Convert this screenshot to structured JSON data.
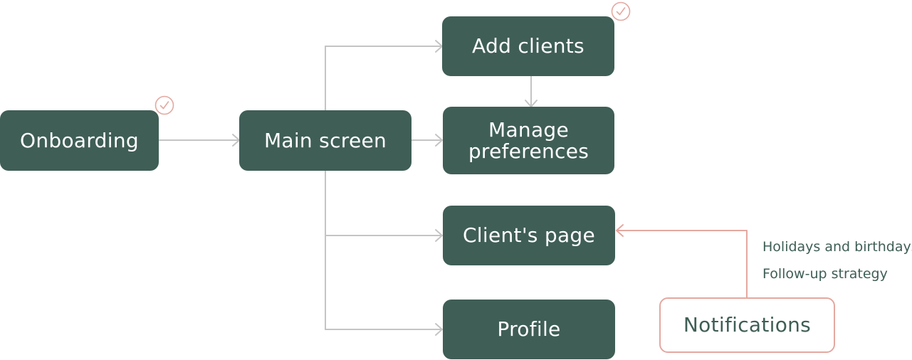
{
  "colors": {
    "node_fill": "#3f5e56",
    "node_text": "#ffffff",
    "connector": "#c4c4c4",
    "accent": "#e4a8a0",
    "accent_text": "#3f5e56"
  },
  "nodes": {
    "onboarding": {
      "label": "Onboarding",
      "completed": true
    },
    "main_screen": {
      "label": "Main screen"
    },
    "add_clients": {
      "label": "Add clients",
      "completed": true
    },
    "manage_preferences": {
      "label": "Manage preferences"
    },
    "clients_page": {
      "label": "Client's page"
    },
    "profile": {
      "label": "Profile"
    },
    "notifications": {
      "label": "Notifications",
      "items": [
        "Holidays and birthdays",
        "Follow-up strategy"
      ]
    }
  },
  "icons": {
    "completed": "check-circle-icon"
  }
}
